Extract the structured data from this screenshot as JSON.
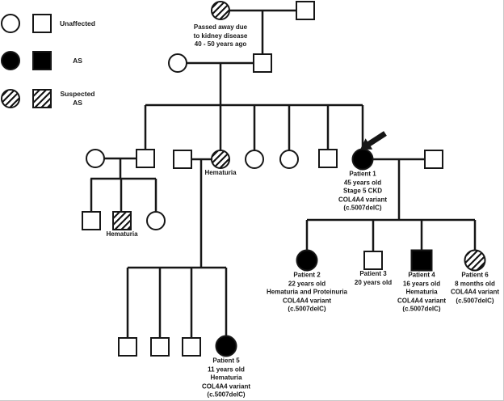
{
  "legend": {
    "items": [
      {
        "status": "unaffected",
        "label": "Unaffected"
      },
      {
        "status": "affected",
        "label": "AS"
      },
      {
        "status": "suspected",
        "label": "Suspected\nAS"
      }
    ]
  },
  "icons": {
    "proband_arrow": "solid black arrow pointing at Patient 1"
  },
  "colors": {
    "line": "#161616",
    "background": "#ffffff",
    "affected_fill": "#000000"
  },
  "persons": {
    "gen1_grandmother": {
      "shape": "circle",
      "status": "suspected",
      "label": "Passed away due\nto kidney disease\n40 - 50 years ago"
    },
    "gen1_grandfather": {
      "shape": "square",
      "status": "unaffected",
      "label": ""
    },
    "gen2_mother": {
      "shape": "circle",
      "status": "unaffected",
      "label": ""
    },
    "gen2_father": {
      "shape": "square",
      "status": "unaffected",
      "label": ""
    },
    "gen3_wife_left": {
      "shape": "circle",
      "status": "unaffected",
      "label": ""
    },
    "gen3_sib1": {
      "shape": "square",
      "status": "unaffected",
      "label": ""
    },
    "gen3_husband_mid": {
      "shape": "square",
      "status": "unaffected",
      "label": ""
    },
    "gen3_sib2_hematuria": {
      "shape": "circle",
      "status": "suspected",
      "label": "Hematuria"
    },
    "gen3_sib3": {
      "shape": "circle",
      "status": "unaffected",
      "label": ""
    },
    "gen3_sib4": {
      "shape": "circle",
      "status": "unaffected",
      "label": ""
    },
    "gen3_sib5": {
      "shape": "square",
      "status": "unaffected",
      "label": ""
    },
    "patient1": {
      "shape": "circle",
      "status": "affected",
      "label": "Patient 1\n45 years old\nStage 5 CKD\nCOL4A4 variant\n(c.5007delC)"
    },
    "gen3_husband_right": {
      "shape": "square",
      "status": "unaffected",
      "label": ""
    },
    "gen4_left_son1": {
      "shape": "square",
      "status": "unaffected",
      "label": ""
    },
    "gen4_left_son2_hematuria": {
      "shape": "square",
      "status": "suspected",
      "label": "Hematuria"
    },
    "gen4_left_daughter": {
      "shape": "circle",
      "status": "unaffected",
      "label": ""
    },
    "gen4_mid_son1": {
      "shape": "square",
      "status": "unaffected",
      "label": ""
    },
    "gen4_mid_son2": {
      "shape": "square",
      "status": "unaffected",
      "label": ""
    },
    "gen4_mid_son3": {
      "shape": "square",
      "status": "unaffected",
      "label": ""
    },
    "patient5": {
      "shape": "circle",
      "status": "affected",
      "label": "Patient 5\n11 years old\nHematuria\nCOL4A4 variant\n(c.5007delC)"
    },
    "patient2": {
      "shape": "circle",
      "status": "affected",
      "label": "Patient 2\n22 years old\nHematuria and Proteinuria\nCOL4A4 variant\n(c.5007delC)"
    },
    "patient3": {
      "shape": "square",
      "status": "unaffected",
      "label": "Patient 3\n20 years old"
    },
    "patient4": {
      "shape": "square",
      "status": "affected",
      "label": "Patient 4\n16 years old\nHematuria\nCOL4A4 variant\n(c.5007delC)"
    },
    "patient6": {
      "shape": "circle",
      "status": "suspected",
      "label": "Patient 6\n8 months old\nCOL4A4 variant\n(c.5007delC)"
    }
  }
}
